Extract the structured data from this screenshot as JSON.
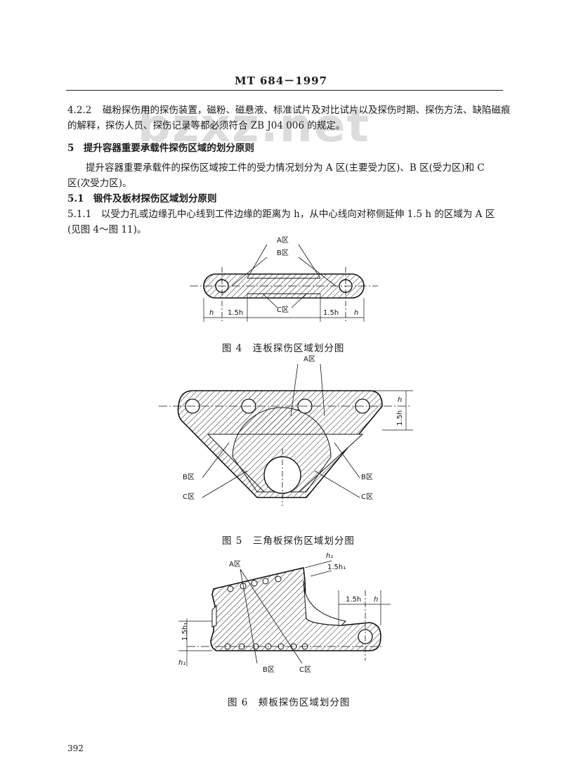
{
  "header": "MT 684－1997",
  "watermark": "bzxz.net",
  "sections": {
    "s422_num": "4.2.2",
    "s422_text_line1": "磁粉探伤用的探伤装置，磁粉、磁悬液、标准试片及对比试片以及探伤时期、探伤方法、缺陷磁痕",
    "s422_text_line2": "的解释，探伤人员、探伤记录等都必须符合 ZB J04 006 的规定。",
    "s5_heading": "5　提升容器重要承载件探伤区域的划分原则",
    "s5_text_line1": "提升容器重要承载件的探伤区域按工件的受力情况划分为 A 区(主要受力区)、B 区(受力区)和 C",
    "s5_text_line2": "区(次受力区)。",
    "s51_heading": "5.1　锻件及板材探伤区域划分原则",
    "s511_line1": "5.1.1　以受力孔或边缘孔中心线到工件边缘的距离为 h，从中心线向对称侧延伸 1.5 h 的区域为 A 区",
    "s511_line2": "(见图 4～图 11)。"
  },
  "figures": {
    "fig4": {
      "caption": "图 4　连板探伤区域划分图",
      "label_a": "A区",
      "label_b": "B区",
      "label_c": "C区",
      "dim_h_left": "h",
      "dim_15h_left": "1.5h",
      "dim_15h_right": "1.5h",
      "dim_h_right": "h"
    },
    "fig5": {
      "caption": "图 5　三角板探伤区域划分图",
      "label_a": "A区",
      "label_b_left": "B区",
      "label_b_right": "B区",
      "label_c_left": "C区",
      "label_c_right": "C区",
      "dim_h": "h",
      "dim_15h": "1.5h"
    },
    "fig6": {
      "caption": "图 6　颊板探伤区域划分图",
      "label_a": "A区",
      "label_b": "B区",
      "label_c": "C区",
      "dim_h1_top": "h₁",
      "dim_15h1_top": "1.5h₁",
      "dim_15h_right": "1.5h",
      "dim_h_right": "h",
      "dim_15h1_left": "1.5h₁",
      "dim_h1_left": "h₁"
    }
  },
  "page_number": "392"
}
